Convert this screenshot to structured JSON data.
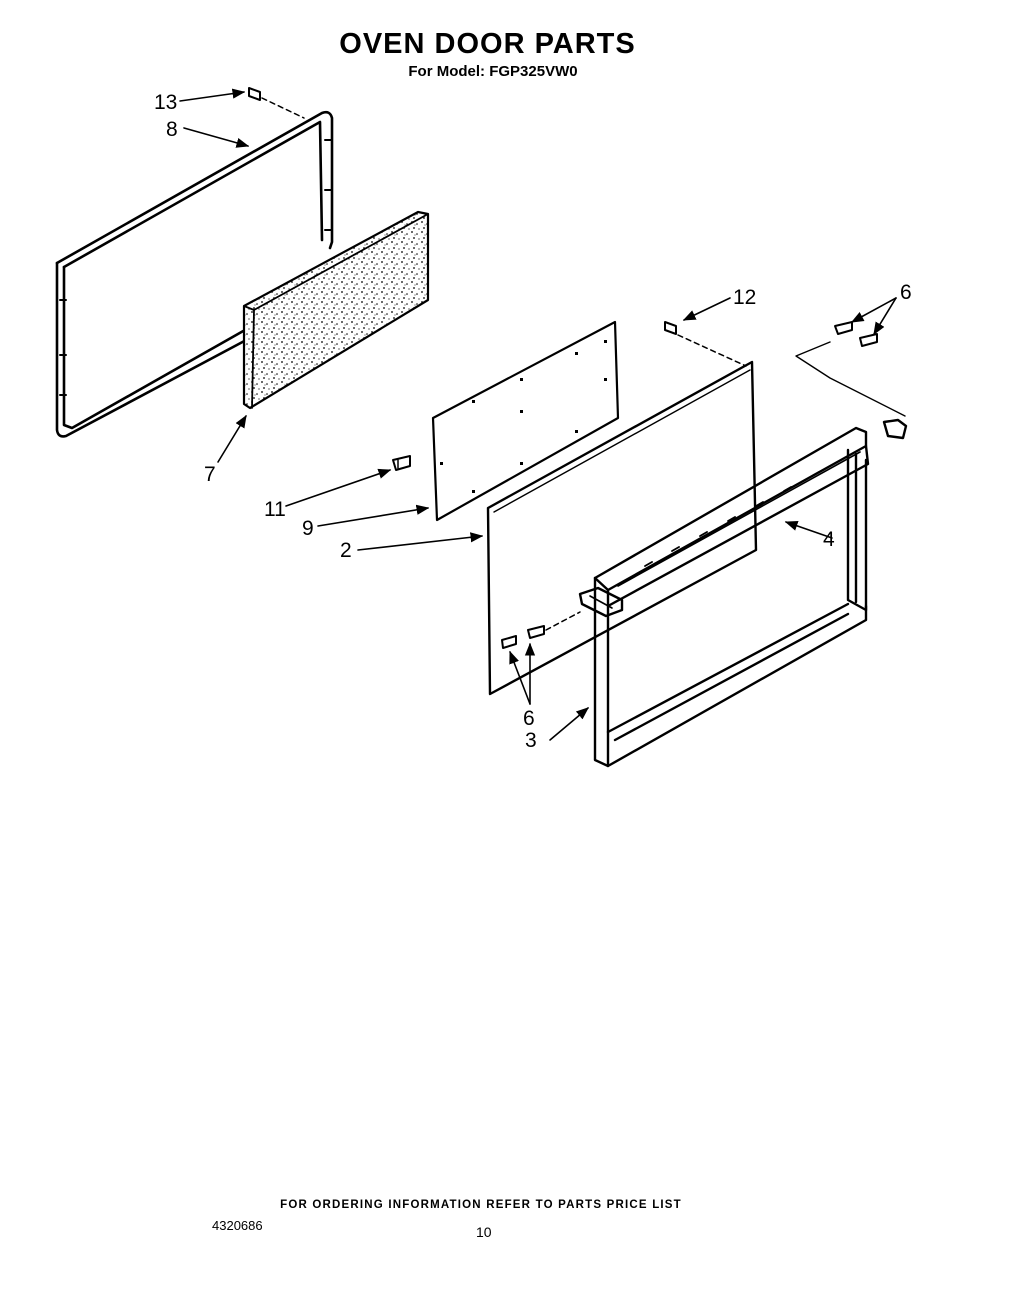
{
  "header": {
    "title": "OVEN DOOR PARTS",
    "subtitle": "For Model: FGP325VW0"
  },
  "callouts": {
    "p13": "13",
    "p8": "8",
    "p12": "12",
    "p6_top": "6",
    "p7": "7",
    "p11": "11",
    "p9": "9",
    "p2": "2",
    "p4": "4",
    "p6_bottom": "6",
    "p3": "3"
  },
  "footer": {
    "ordering_note": "FOR ORDERING INFORMATION REFER TO PARTS PRICE LIST",
    "doc_number": "4320686",
    "page_number": "10"
  }
}
